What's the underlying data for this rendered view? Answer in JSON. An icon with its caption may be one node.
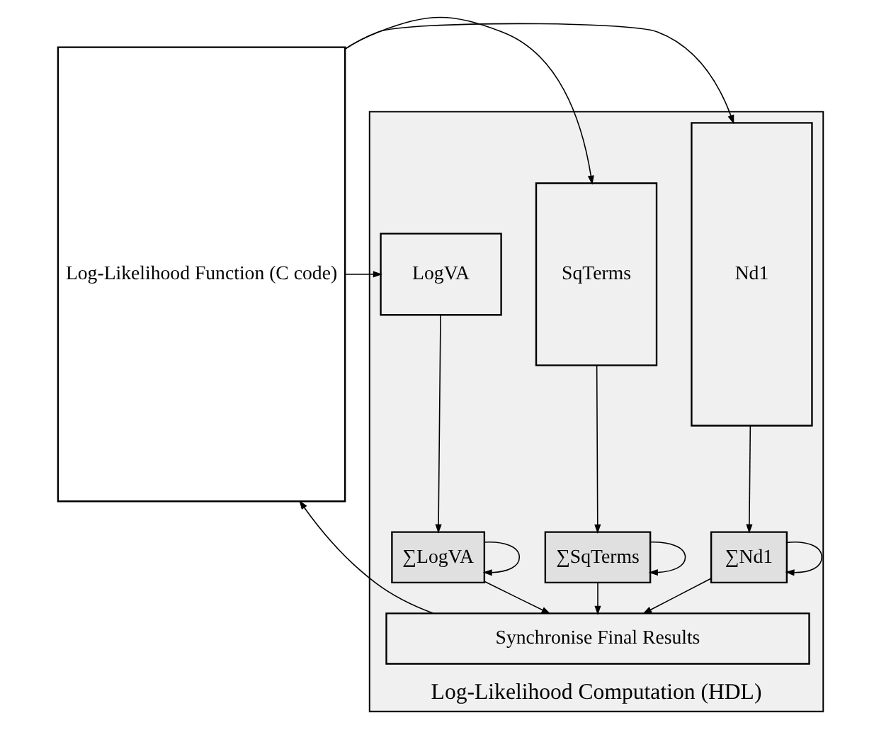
{
  "diagram": {
    "nodes": [
      {
        "text": [
          "Log-Likelihood Function (C code)"
        ]
      },
      {
        "text": [
          "Log-Likelihood Computation (HDL)"
        ]
      },
      {
        "text": [
          "Nd1"
        ],
        "in": 1
      },
      {
        "text": [
          "SqTerms"
        ],
        "in": 1
      },
      {
        "text": [
          "LogVA"
        ],
        "in": 1
      },
      {
        "text": [
          "∑Nd1"
        ],
        "in": 1
      },
      {
        "text": [
          "∑SqTerms"
        ],
        "in": 1
      },
      {
        "text": [
          "∑LogVA"
        ],
        "in": 1
      },
      {
        "text": [
          "Synchronise Final Results"
        ],
        "in": 1
      }
    ],
    "edges": [
      {
        "from": 0,
        "to": 2,
        "arrow": "to"
      },
      {
        "from": 0,
        "to": 3,
        "arrow": "to"
      },
      {
        "from": 0,
        "to": 4,
        "arrow": "to"
      },
      {
        "from": 2,
        "to": 5,
        "arrow": "to"
      },
      {
        "from": 3,
        "to": 6,
        "arrow": "to"
      },
      {
        "from": 4,
        "to": 7,
        "arrow": "to"
      },
      {
        "from": 5,
        "to": 5,
        "arrow": "to"
      },
      {
        "from": 6,
        "to": 6,
        "arrow": "to"
      },
      {
        "from": 7,
        "to": 7,
        "arrow": "to"
      },
      {
        "from": 5,
        "to": 8,
        "arrow": "to"
      },
      {
        "from": 6,
        "to": 8,
        "arrow": "to"
      },
      {
        "from": 7,
        "to": 8,
        "arrow": "to"
      },
      {
        "from": 8,
        "to": 0,
        "arrow": "to"
      }
    ]
  }
}
